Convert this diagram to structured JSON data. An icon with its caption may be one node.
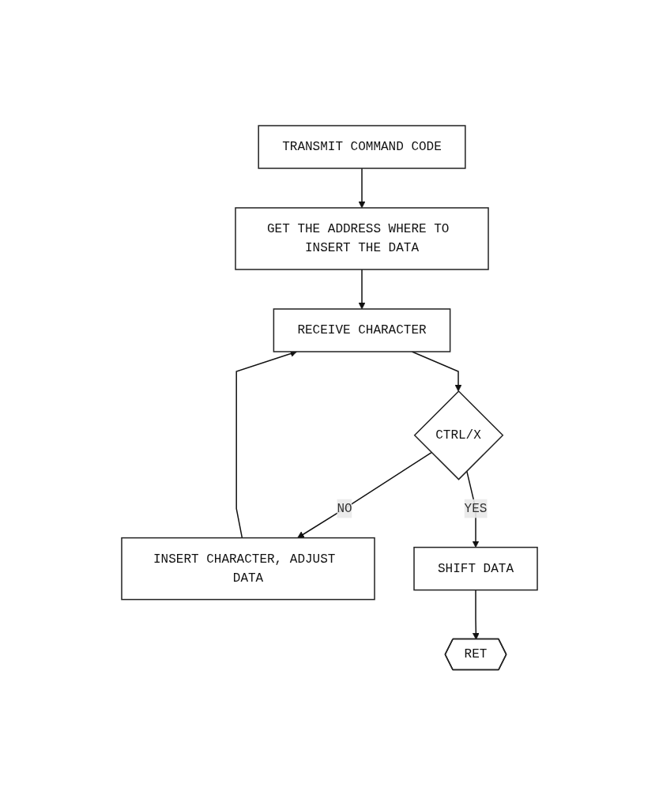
{
  "diagram": {
    "nodes": [
      {
        "text": [
          "TRANSMIT COMMAND CODE"
        ]
      },
      {
        "text": [
          "GET THE ADDRESS WHERE TO INSERT THE DATA"
        ]
      },
      {
        "text": [
          "RECEIVE CHARACTER"
        ]
      },
      {
        "text": [
          "CTRL/X"
        ]
      },
      {
        "text": [
          "INSERT CHARACTER, ADJUST DATA"
        ]
      },
      {
        "text": [
          "SHIFT DATA"
        ]
      },
      {
        "text": [
          "RET"
        ]
      }
    ],
    "edges": [
      {
        "from": 0,
        "to": 1,
        "arrow": "to"
      },
      {
        "from": 1,
        "to": 2,
        "arrow": "to"
      },
      {
        "from": 4,
        "to": 2,
        "arrow": "to"
      },
      {
        "from": 2,
        "to": 3,
        "arrow": "to"
      },
      {
        "from": 3,
        "to": 4,
        "arrow": "to",
        "label": "NO"
      },
      {
        "from": 3,
        "to": 5,
        "arrow": "to",
        "label": "YES"
      },
      {
        "from": 5,
        "to": 6,
        "arrow": "to"
      }
    ]
  }
}
